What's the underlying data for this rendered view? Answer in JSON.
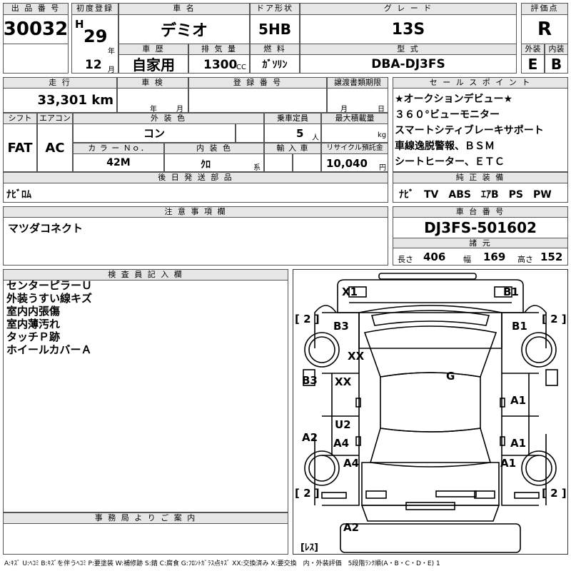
{
  "lot": {
    "label": "出 品 番 号",
    "value": "30032"
  },
  "first_reg": {
    "label": "初度登録",
    "era": "H",
    "year": "29",
    "year_unit": "年",
    "month": "12",
    "month_unit": "月"
  },
  "car_name": {
    "label": "車 名",
    "value": "デミオ"
  },
  "door": {
    "label": "ドア形状",
    "value": "5HB"
  },
  "grade": {
    "label": "グ レ ー ド",
    "value": "13S"
  },
  "score": {
    "label": "評価点",
    "value": "R"
  },
  "history": {
    "label": "車 歴",
    "value": "自家用"
  },
  "displacement": {
    "label": "排 気 量",
    "value": "1300",
    "unit": "CC"
  },
  "fuel": {
    "label": "燃 料",
    "value": "ｶﾞｿﾘﾝ"
  },
  "model": {
    "label": "型 式",
    "value": "DBA-DJ3FS"
  },
  "exterior_grade": {
    "label": "外装",
    "value": "E"
  },
  "interior_grade": {
    "label": "内装",
    "value": "B"
  },
  "mileage": {
    "label": "走 行",
    "value": "33,301",
    "unit": "km"
  },
  "inspection": {
    "label": "車 検",
    "year_unit": "年",
    "month_unit": "月"
  },
  "reg_no": {
    "label": "登 録 番 号"
  },
  "transfer": {
    "label": "譲渡書類期限",
    "month_unit": "月",
    "day_unit": "日"
  },
  "shift": {
    "label": "シフト",
    "value": "FAT"
  },
  "ac": {
    "label": "エアコン",
    "value": "AC"
  },
  "ext_color": {
    "label": "外 装 色",
    "value": "コン"
  },
  "capacity": {
    "label": "乗車定員",
    "value": "5",
    "unit": "人"
  },
  "max_load": {
    "label": "最大積載量",
    "unit": "kg"
  },
  "color_no": {
    "label": "カ ラ ー Ｎｏ．",
    "value": "42M"
  },
  "int_color": {
    "label": "内 装 色",
    "value": "ｸﾛ",
    "unit": "系"
  },
  "import": {
    "label": "輸 入 車"
  },
  "recycle": {
    "label": "リサイクル預託金",
    "value": "10,040",
    "unit": "円"
  },
  "sales_points": {
    "label": "セ ー ル ス ポ イ ン ト",
    "items": [
      "★オークションデビュー★",
      "３６０°ビューモニター",
      "スマートシティブレーキサポート",
      "車線逸脱警報、ＢＳＭ",
      "シートヒーター、ＥＴＣ"
    ]
  },
  "later_parts": {
    "label": "後 日 発 送 部 品",
    "value": "ﾅﾋﾞﾛﾑ"
  },
  "equipment": {
    "label": "純 正 装 備",
    "value": "ﾅﾋﾞ　TV　ABS　ｴｱB　PS　PW"
  },
  "notes": {
    "label": "注 意 事 項 欄",
    "value": "マツダコネクト"
  },
  "chassis": {
    "label": "車 台 番 号",
    "value": "DJ3FS-501602"
  },
  "dims": {
    "label": "諸 元",
    "length_label": "長さ",
    "length": "406",
    "width_label": "幅",
    "width": "169",
    "height_label": "高さ",
    "height": "152"
  },
  "inspector": {
    "label": "検 査 員 記 入 欄",
    "items": [
      "センターピラーＵ",
      "外装うすい線キズ",
      "室内内張傷",
      "室内薄汚れ",
      "タッチＰ跡",
      "ホイールカバーＡ"
    ]
  },
  "office": {
    "label": "事 務 局 よ り ご 案 内"
  },
  "diagram": {
    "labels": [
      "X1",
      "B1",
      "B3",
      "B1",
      "XX",
      "G",
      "B3",
      "XX",
      "A1",
      "U2",
      "A2",
      "A4",
      "A1",
      "A4",
      "A1",
      "A2"
    ],
    "brackets": [
      "[ 2 ]",
      "[ 2 ]",
      "[ 2 ]",
      "[ 2 ]",
      "[ﾚｽ]"
    ]
  },
  "legend": "A:ｷｽﾞ U:ﾍｺﾐ B:ｷｽﾞを伴うﾍｺﾐ P:要塗装 W:補修跡 S:錆 C:腐食 G:ﾌﾛﾝﾄｶﾞﾗｽ点ｷｽﾞ XX:交換済み X:要交換　内・外装評価　5段階ﾗﾝｸ順(A・B・C・D・E) 1"
}
